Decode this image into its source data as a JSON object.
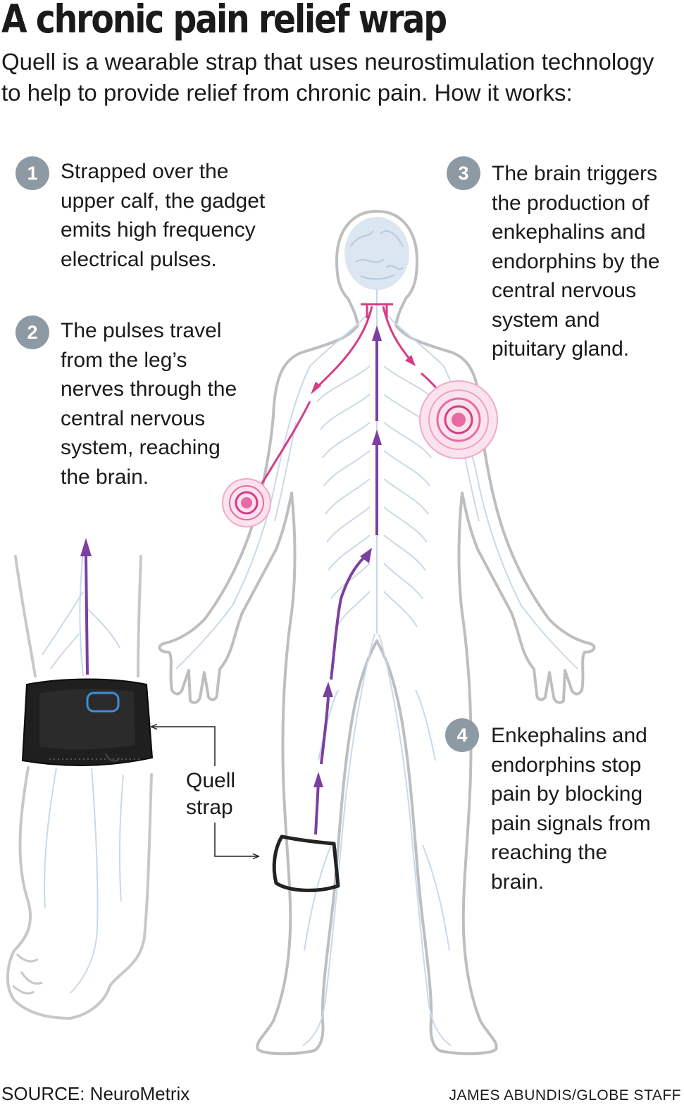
{
  "title": "A chronic pain relief wrap",
  "intro": "Quell is a wearable strap that uses neurostimulation technology to help to provide relief from chronic pain. How it works:",
  "steps": [
    {
      "number": "1",
      "lines": [
        "Strapped over the",
        "upper calf, the gadget",
        "emits high frequency",
        "electrical pulses."
      ]
    },
    {
      "number": "2",
      "lines": [
        "The pulses travel",
        "from the leg’s",
        "nerves through the",
        "central nervous",
        "system, reaching",
        "the brain."
      ]
    },
    {
      "number": "3",
      "lines": [
        "The brain triggers",
        "the production of",
        "enkephalins and",
        "endorphins by the",
        "central nervous",
        "system and",
        "pituitary gland."
      ]
    },
    {
      "number": "4",
      "lines": [
        "Enkephalins and",
        "endorphins stop",
        "pain by blocking",
        "pain signals from",
        "reaching the",
        "brain."
      ]
    }
  ],
  "strap_label": [
    "Quell",
    "strap"
  ],
  "source": "SOURCE: NeuroMetrix",
  "credit": "JAMES ABUNDIS/GLOBE STAFF",
  "colors": {
    "nerve": "#c9d9ea",
    "outline": "#bcbec0",
    "signal_up": "#7b3fa0",
    "signal_down": "#d63c86",
    "badge": "#8d9aa3",
    "strap": "#1f1f1f",
    "strap_logo": "#3d8fd9"
  }
}
